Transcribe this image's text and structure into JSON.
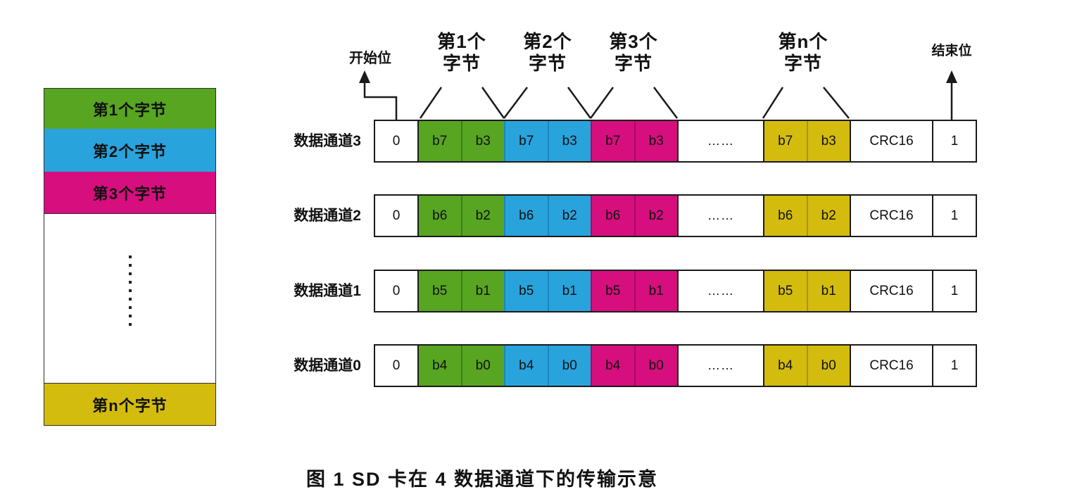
{
  "palette": {
    "green": {
      "fill": "#58a522",
      "sep": "#3f7d13"
    },
    "blue": {
      "fill": "#29a3dc",
      "sep": "#1b85bb"
    },
    "magenta": {
      "fill": "#d60e7e",
      "sep": "#a80b63"
    },
    "yellow": {
      "fill": "#d3bc0e",
      "sep": "#a8960a"
    },
    "white": {
      "fill": "#ffffff",
      "sep": "#1a1a1a"
    },
    "line": "#1a1a1a"
  },
  "stack": {
    "items": [
      {
        "label": "第1个字节",
        "color": "green",
        "dots": false
      },
      {
        "label": "第2个字节",
        "color": "blue",
        "dots": false
      },
      {
        "label": "第3个字节",
        "color": "magenta",
        "dots": false
      },
      {
        "label": "",
        "color": "white",
        "dots": true
      },
      {
        "label": "第n个字节",
        "color": "yellow",
        "dots": false
      }
    ]
  },
  "annotations": {
    "start_bit": "开始位",
    "end_bit": "结束位",
    "byte_groups": [
      {
        "line1": "第1个",
        "line2": "字节"
      },
      {
        "line1": "第2个",
        "line2": "字节"
      },
      {
        "line1": "第3个",
        "line2": "字节"
      },
      {
        "line1": "第n个",
        "line2": "字节"
      }
    ]
  },
  "channels": [
    {
      "label": "数据通道3",
      "cells": [
        {
          "text": "0",
          "color": "white",
          "role": "start"
        },
        {
          "text": "b7",
          "color": "green",
          "role": "bit"
        },
        {
          "text": "b3",
          "color": "green",
          "role": "bit"
        },
        {
          "text": "b7",
          "color": "blue",
          "role": "bit"
        },
        {
          "text": "b3",
          "color": "blue",
          "role": "bit"
        },
        {
          "text": "b7",
          "color": "magenta",
          "role": "bit"
        },
        {
          "text": "b3",
          "color": "magenta",
          "role": "bit"
        },
        {
          "text": "……",
          "color": "white",
          "role": "dots"
        },
        {
          "text": "b7",
          "color": "yellow",
          "role": "bit"
        },
        {
          "text": "b3",
          "color": "yellow",
          "role": "bit"
        },
        {
          "text": "CRC16",
          "color": "white",
          "role": "crc"
        },
        {
          "text": "1",
          "color": "white",
          "role": "end"
        }
      ]
    },
    {
      "label": "数据通道2",
      "cells": [
        {
          "text": "0",
          "color": "white",
          "role": "start"
        },
        {
          "text": "b6",
          "color": "green",
          "role": "bit"
        },
        {
          "text": "b2",
          "color": "green",
          "role": "bit"
        },
        {
          "text": "b6",
          "color": "blue",
          "role": "bit"
        },
        {
          "text": "b2",
          "color": "blue",
          "role": "bit"
        },
        {
          "text": "b6",
          "color": "magenta",
          "role": "bit"
        },
        {
          "text": "b2",
          "color": "magenta",
          "role": "bit"
        },
        {
          "text": "……",
          "color": "white",
          "role": "dots"
        },
        {
          "text": "b6",
          "color": "yellow",
          "role": "bit"
        },
        {
          "text": "b2",
          "color": "yellow",
          "role": "bit"
        },
        {
          "text": "CRC16",
          "color": "white",
          "role": "crc"
        },
        {
          "text": "1",
          "color": "white",
          "role": "end"
        }
      ]
    },
    {
      "label": "数据通道1",
      "cells": [
        {
          "text": "0",
          "color": "white",
          "role": "start"
        },
        {
          "text": "b5",
          "color": "green",
          "role": "bit"
        },
        {
          "text": "b1",
          "color": "green",
          "role": "bit"
        },
        {
          "text": "b5",
          "color": "blue",
          "role": "bit"
        },
        {
          "text": "b1",
          "color": "blue",
          "role": "bit"
        },
        {
          "text": "b5",
          "color": "magenta",
          "role": "bit"
        },
        {
          "text": "b1",
          "color": "magenta",
          "role": "bit"
        },
        {
          "text": "……",
          "color": "white",
          "role": "dots"
        },
        {
          "text": "b5",
          "color": "yellow",
          "role": "bit"
        },
        {
          "text": "b1",
          "color": "yellow",
          "role": "bit"
        },
        {
          "text": "CRC16",
          "color": "white",
          "role": "crc"
        },
        {
          "text": "1",
          "color": "white",
          "role": "end"
        }
      ]
    },
    {
      "label": "数据通道0",
      "cells": [
        {
          "text": "0",
          "color": "white",
          "role": "start"
        },
        {
          "text": "b4",
          "color": "green",
          "role": "bit"
        },
        {
          "text": "b0",
          "color": "green",
          "role": "bit"
        },
        {
          "text": "b4",
          "color": "blue",
          "role": "bit"
        },
        {
          "text": "b0",
          "color": "blue",
          "role": "bit"
        },
        {
          "text": "b4",
          "color": "magenta",
          "role": "bit"
        },
        {
          "text": "b0",
          "color": "magenta",
          "role": "bit"
        },
        {
          "text": "……",
          "color": "white",
          "role": "dots"
        },
        {
          "text": "b4",
          "color": "yellow",
          "role": "bit"
        },
        {
          "text": "b0",
          "color": "yellow",
          "role": "bit"
        },
        {
          "text": "CRC16",
          "color": "white",
          "role": "crc"
        },
        {
          "text": "1",
          "color": "white",
          "role": "end"
        }
      ]
    }
  ],
  "caption": "图 1 SD 卡在 4 数据通道下的传输示意"
}
